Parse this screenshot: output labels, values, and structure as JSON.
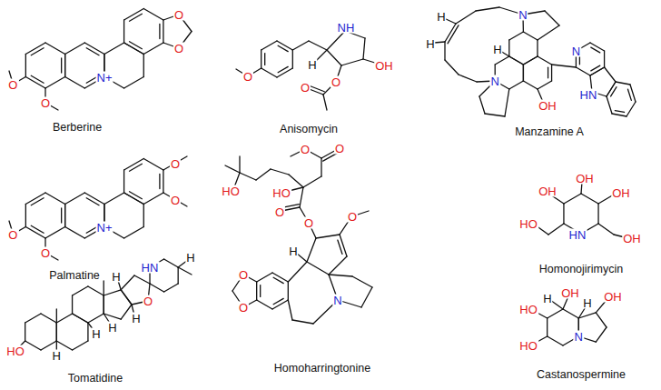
{
  "diagram": {
    "labels": [
      "O",
      "O",
      "N+",
      "O",
      "O",
      "Berberine",
      "NH",
      "O",
      "H",
      "OH",
      "O",
      "O",
      "Anisomycin",
      "N",
      "H",
      "H",
      "H",
      "N",
      "OH",
      "N",
      "HN",
      "Manzamine A",
      "O",
      "O",
      "N+",
      "O",
      "O",
      "Palmatine",
      "OH",
      "OH",
      "OH",
      "HO",
      "HN",
      "OH",
      "Homonojirimycin",
      "H",
      "HN",
      "H",
      "O",
      "H",
      "H",
      "H",
      "HO",
      "H",
      "Tomatidine",
      "O",
      "O",
      "HO",
      "HO",
      "O",
      "O",
      "O",
      "H",
      "O",
      "O",
      "N",
      "Homoharringtonine",
      "H",
      "OH",
      "H",
      "OH",
      "HO",
      "N",
      "HO",
      "Castanospermine"
    ]
  }
}
